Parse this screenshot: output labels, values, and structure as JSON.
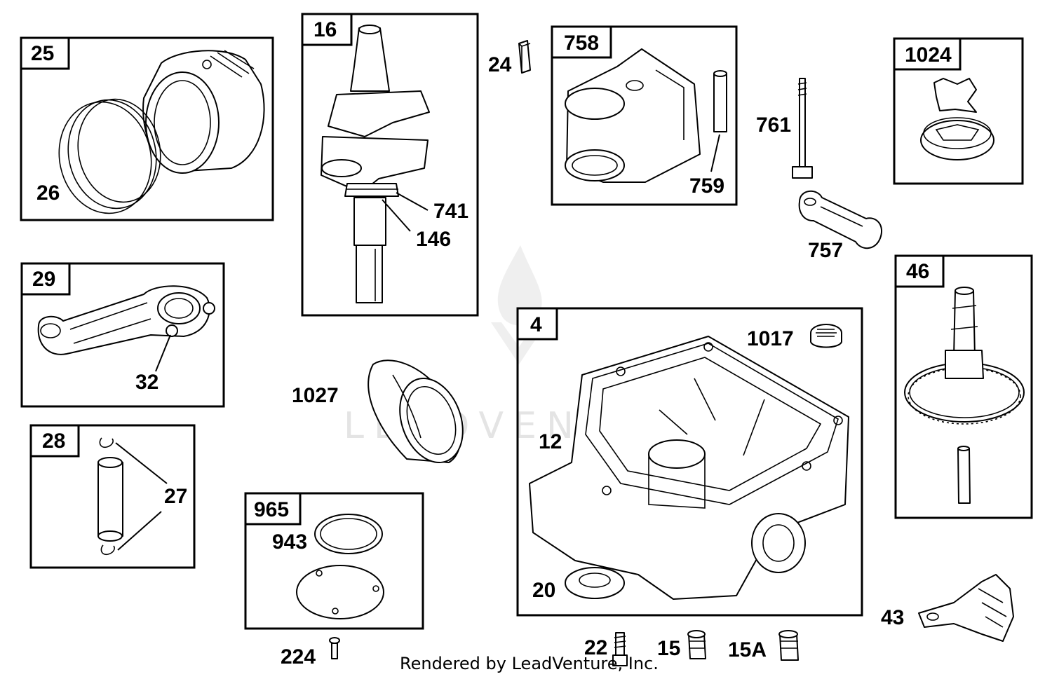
{
  "watermark": "LEADVENTURE",
  "credit": "Rendered by LeadVenture, Inc.",
  "groups": [
    {
      "tag": "25"
    },
    {
      "tag": "16"
    },
    {
      "tag": "758"
    },
    {
      "tag": "1024"
    },
    {
      "tag": "29"
    },
    {
      "tag": "28"
    },
    {
      "tag": "965"
    },
    {
      "tag": "4"
    },
    {
      "tag": "46"
    }
  ],
  "labels": {
    "l26": "26",
    "l24": "24",
    "l741": "741",
    "l146": "146",
    "l759": "759",
    "l761": "761",
    "l757": "757",
    "l32": "32",
    "l27": "27",
    "l1027": "1027",
    "l1017": "1017",
    "l12": "12",
    "l943": "943",
    "l20": "20",
    "l43": "43",
    "l224": "224",
    "l22": "22",
    "l15": "15",
    "l15A": "15A"
  }
}
